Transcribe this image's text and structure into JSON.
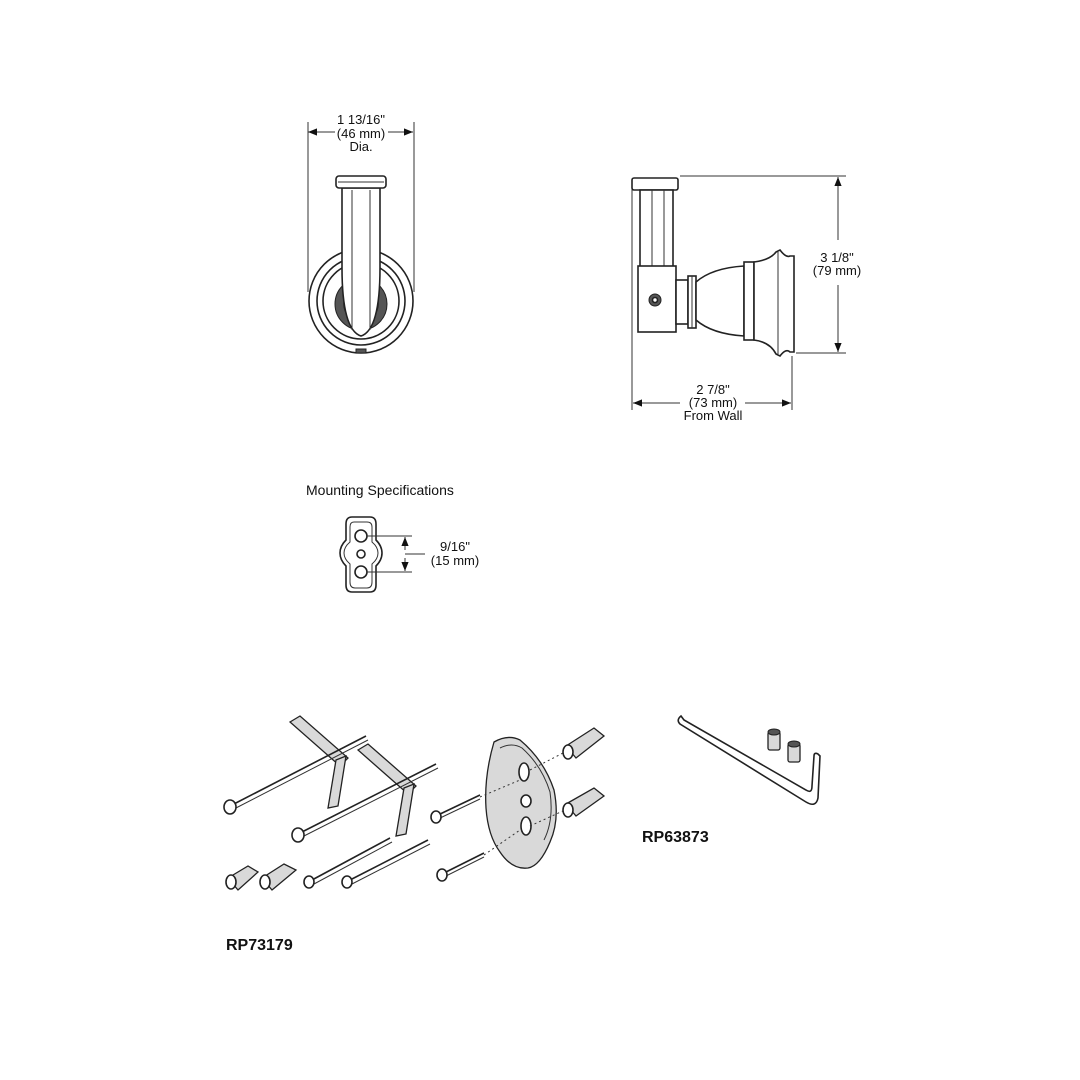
{
  "front_view": {
    "diameter_in": "1 13/16\"",
    "diameter_mm": "(46 mm)",
    "diameter_note": "Dia."
  },
  "side_view": {
    "height_in": "3 1/8\"",
    "height_mm": "(79 mm)",
    "projection_in": "2 7/8\"",
    "projection_mm": "(73 mm)",
    "projection_note": "From Wall"
  },
  "mounting": {
    "title": "Mounting Specifications",
    "spacing_in": "9/16\"",
    "spacing_mm": "(15 mm)"
  },
  "parts": {
    "kit_hardware": "RP73179",
    "kit_wrench": "RP63873"
  }
}
